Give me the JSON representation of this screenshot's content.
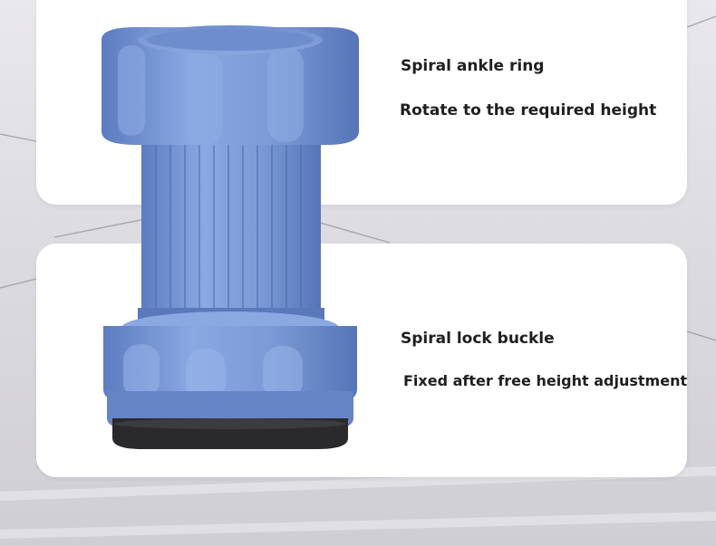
{
  "captions": {
    "ring_title": "Spiral ankle ring",
    "ring_detail": "Rotate to the required height",
    "lock_title": "Spiral lock buckle",
    "lock_detail": "Fixed after free height adjustment"
  },
  "colors": {
    "product_blue": "#7f9fd9",
    "product_blue_dark": "#5f7fc0",
    "rubber_pad": "#2a2a2c",
    "panel": "#ffffff"
  }
}
